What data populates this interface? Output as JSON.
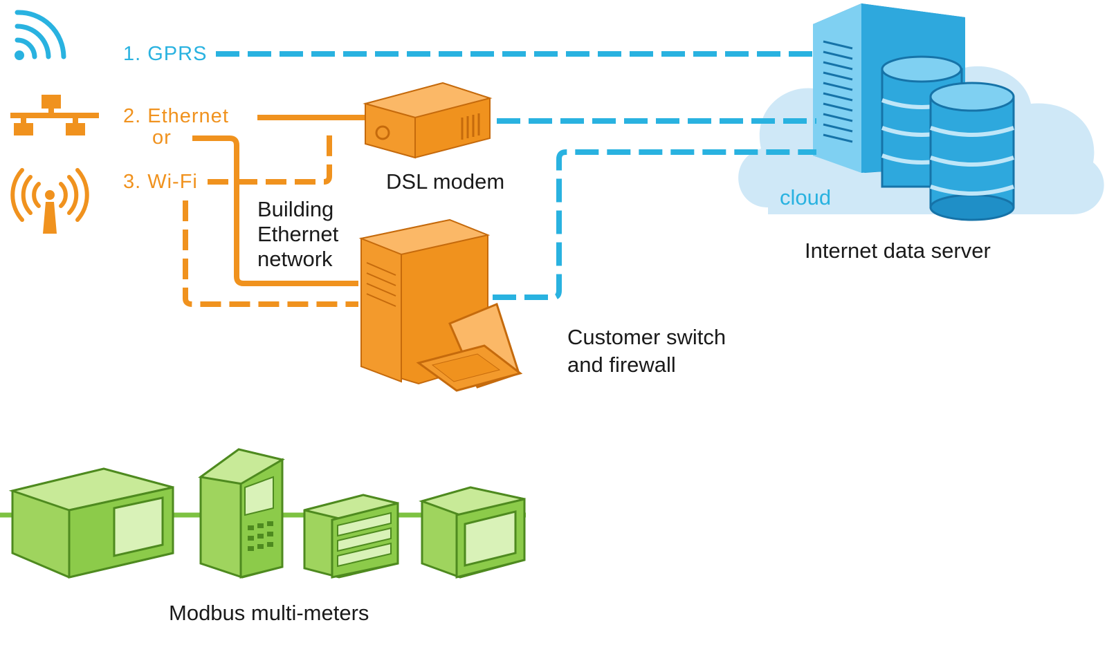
{
  "colors": {
    "orange": "#f0921e",
    "blue": "#29b2e0",
    "green": "#7dc242",
    "cloud": "#cfe8f7",
    "server_blue": "#2ea8dd",
    "text": "#1a1a1a"
  },
  "icons": {
    "gprs": "wifi-signal-icon",
    "ethernet": "network-hierarchy-icon",
    "wifi": "wireless-antenna-icon"
  },
  "connections": {
    "gprs": "1. GPRS",
    "ethernet": "2. Ethernet",
    "or": "or",
    "wifi": "3. Wi-Fi"
  },
  "labels": {
    "dsl_modem": "DSL modem",
    "building_network": [
      "Building",
      "Ethernet",
      "network"
    ],
    "switch_firewall": [
      "Customer switch",
      "and firewall"
    ],
    "cloud": "cloud",
    "server": "Internet data server",
    "meters": "Modbus multi-meters"
  }
}
